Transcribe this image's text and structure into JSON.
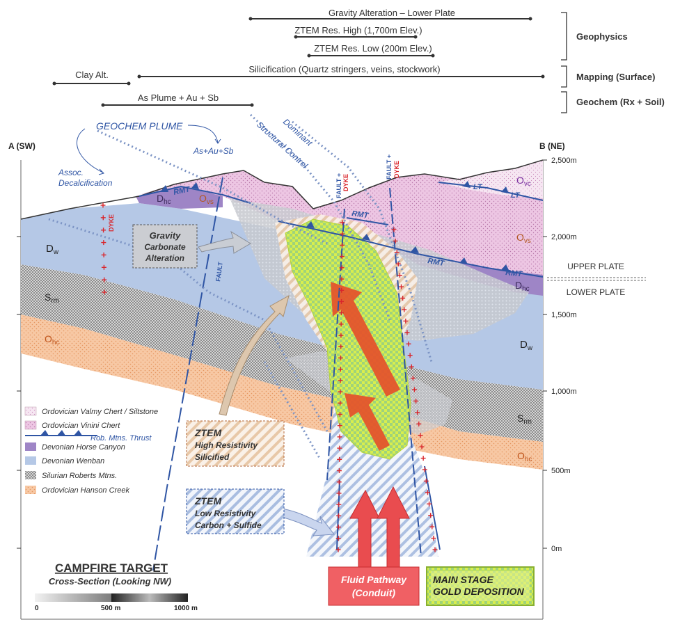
{
  "bars": {
    "gravity": "Gravity Alteration – Lower Plate",
    "ztem_high": "ZTEM Res. High (1,700m Elev.)",
    "ztem_low": "ZTEM Res. Low (200m Elev.)",
    "clay": "Clay Alt.",
    "silicification": "Silicification (Quartz stringers, veins, stockwork)",
    "as_plume": "As Plume + Au + Sb"
  },
  "brackets": {
    "geophysics": "Geophysics",
    "mapping": "Mapping (Surface)",
    "geochem": "Geochem (Rx + Soil)"
  },
  "annotations": {
    "geochem_plume": "GEOCHEM PLUME",
    "as_au_sb": "As+Au+Sb",
    "assoc_line1": "Assoc.",
    "assoc_line2": "Decalcification",
    "dominant_line1": "Dominant",
    "dominant_line2": "Structural Control",
    "fault_label": "FAULT",
    "dyke_label": "DYKE",
    "fault_dyke_a": "FAULT +",
    "fault_dyke_b": "DYKE",
    "rmt": "RMT",
    "lt": "LT"
  },
  "section": {
    "end_a": "A (SW)",
    "end_b": "B (NE)",
    "elevations": [
      "2,500m",
      "2,000m",
      "1,500m",
      "1,000m",
      "500m",
      "0m"
    ],
    "upper_plate": "UPPER PLATE",
    "lower_plate": "LOWER PLATE"
  },
  "units": {
    "dw": "D",
    "dw_sub": "w",
    "dhc": "D",
    "dhc_sub": "hc",
    "ovs": "O",
    "ovs_sub": "vs",
    "ovc": "O",
    "ovc_sub": "vc",
    "srm": "S",
    "srm_sub": "rm",
    "ohc": "O",
    "ohc_sub": "hc"
  },
  "boxes": {
    "gravity": [
      "Gravity",
      "Carbonate",
      "Alteration"
    ],
    "ztem_high": [
      "ZTEM",
      "High Resistivity",
      "Silicified"
    ],
    "ztem_low": [
      "ZTEM",
      "Low Resistivity",
      "Carbon + Sulfide"
    ],
    "fluid": [
      "Fluid Pathway",
      "(Conduit)"
    ],
    "gold": [
      "MAIN STAGE",
      "GOLD DEPOSITION"
    ]
  },
  "legend": [
    "Ordovician Valmy Chert / Siltstone",
    "Ordovician Vinini Chert",
    "Rob. Mtns. Thrust",
    "Devonian Horse Canyon",
    "Devonian Wenban",
    "Silurian Roberts Mtns.",
    "Ordovician Hanson Creek"
  ],
  "title": {
    "main": "CAMPFIRE TARGET",
    "sub": "Cross-Section (Looking NW)"
  },
  "scale": {
    "zero": "0",
    "mid": "500 m",
    "end": "1000 m"
  },
  "colors": {
    "wenban": "#b4c7e7",
    "horse_canyon": "#9b7fc4",
    "vinini": "#e8b8dc",
    "hanson": "#f6c29b",
    "accent_blue": "#2f55a4",
    "dyke_red": "#d9262c",
    "gold_green": "#cde84a"
  }
}
